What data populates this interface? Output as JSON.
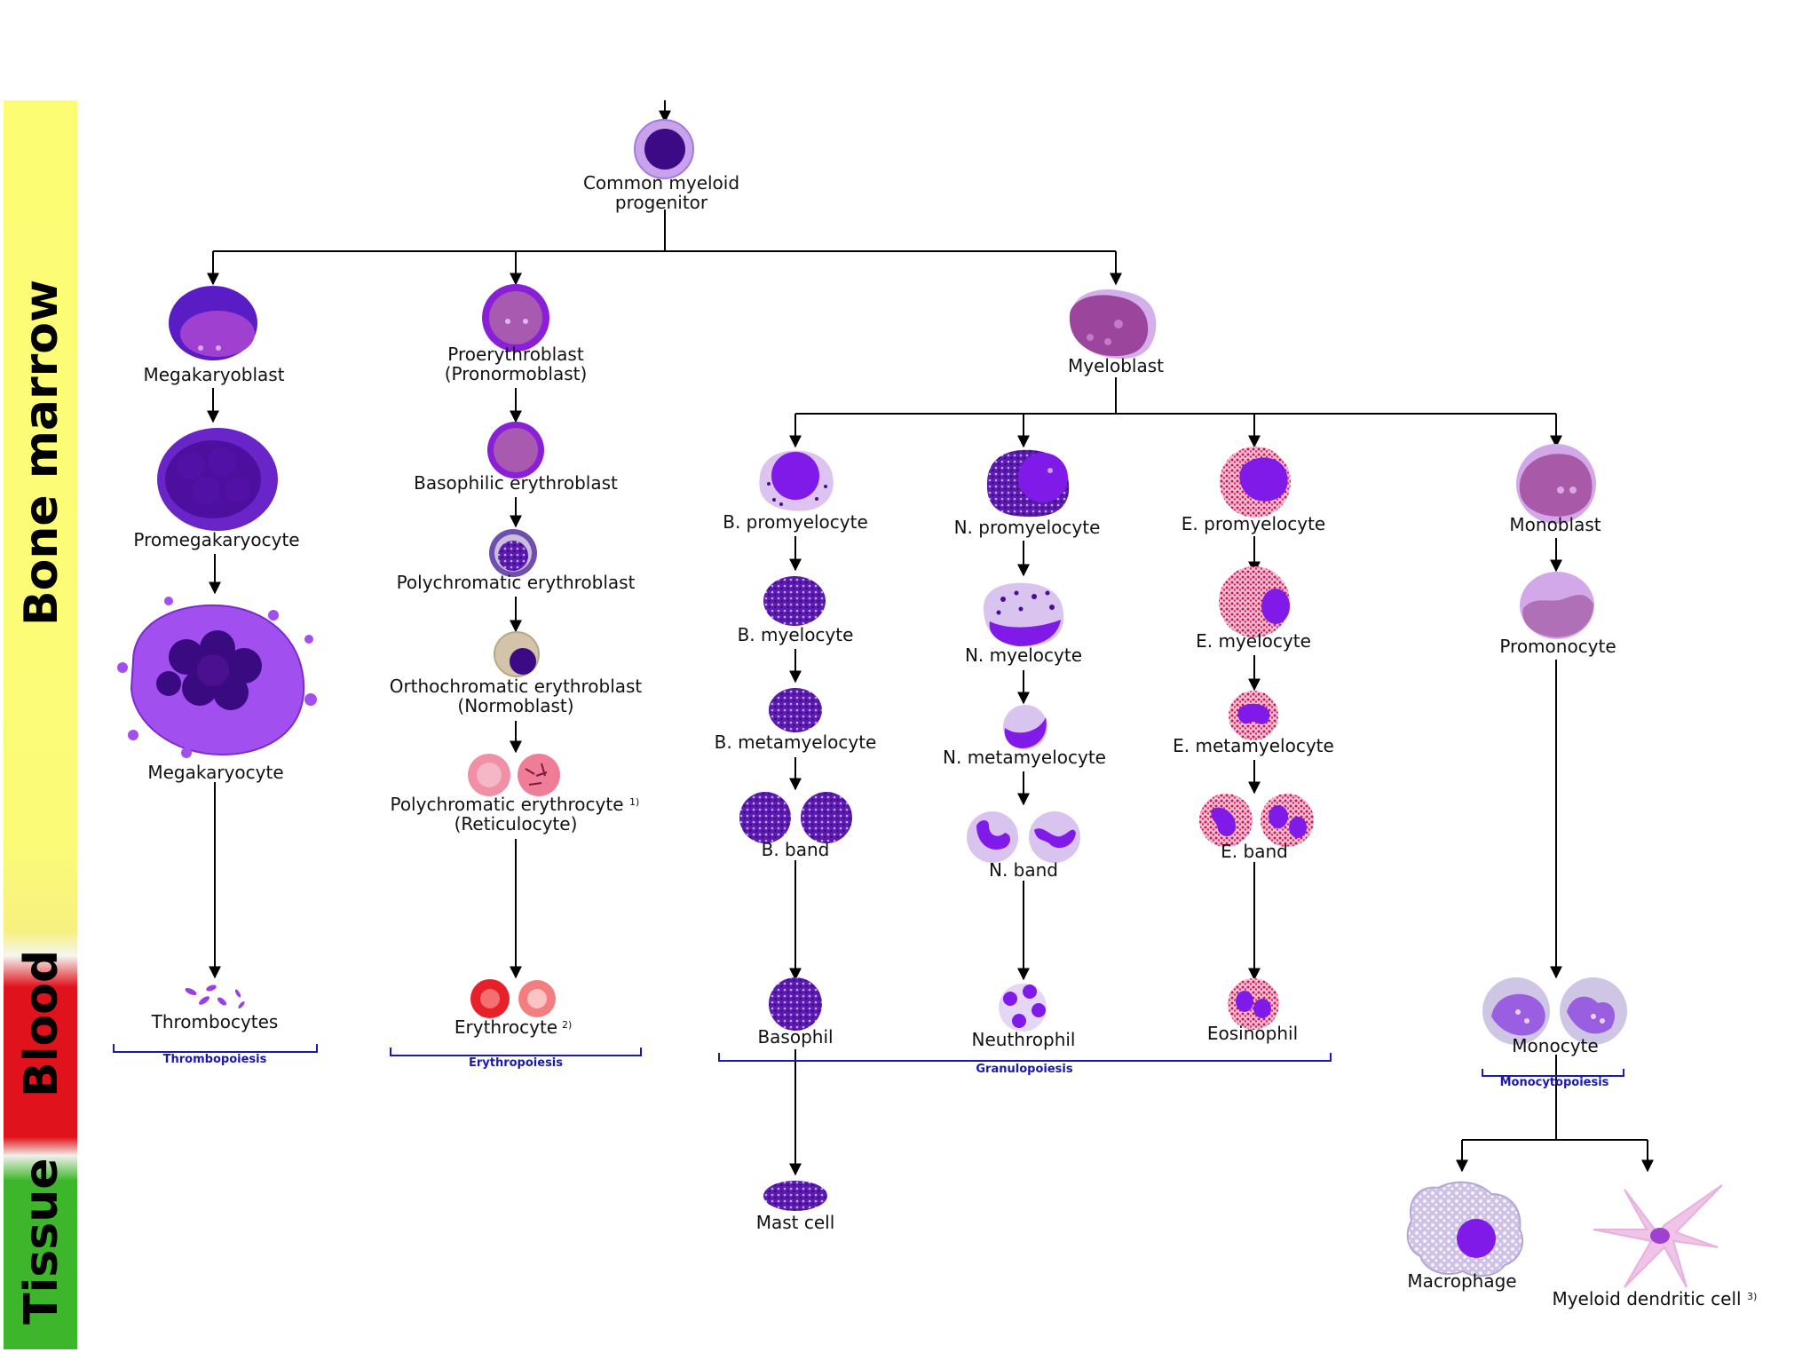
{
  "zones": {
    "bone_marrow": "Bone marrow",
    "blood": "Blood",
    "tissue": "Tissue"
  },
  "colors": {
    "bone_marrow": "#fdfd74",
    "blood": "#e0121b",
    "tissue": "#3db62b",
    "lineage_bracket": "#1a1ab0",
    "nucleus": "#4a0a9c",
    "cytoplasm": "#c9a2ee",
    "erythrocyte": "#e8202a"
  },
  "nodes": {
    "cmp": "Common myeloid progenitor",
    "megakaryoblast": "Megakaryoblast",
    "promegakaryocyte": "Promegakaryocyte",
    "megakaryocyte": "Megakaryocyte",
    "thrombocytes": "Thrombocytes",
    "proerythroblast": "Proerythroblast",
    "proerythroblast_alt": "(Pronormoblast)",
    "basophilic_erythroblast": "Basophilic erythroblast",
    "polychromatic_erythroblast": "Polychromatic erythroblast",
    "orthochromatic_erythroblast": "Orthochromatic erythroblast",
    "orthochromatic_alt": "(Normoblast)",
    "polychromatic_erythrocyte": "Polychromatic erythrocyte",
    "polychromatic_erythrocyte_note": "1)",
    "reticulocyte": "(Reticulocyte)",
    "erythrocyte": "Erythrocyte",
    "erythrocyte_note": "2)",
    "myeloblast": "Myeloblast",
    "b_promyelocyte": "B. promyelocyte",
    "b_myelocyte": "B. myelocyte",
    "b_metamyelocyte": "B. metamyelocyte",
    "b_band": "B. band",
    "basophil": "Basophil",
    "mast_cell": "Mast cell",
    "n_promyelocyte": "N. promyelocyte",
    "n_myelocyte": "N. myelocyte",
    "n_metamyelocyte": "N. metamyelocyte",
    "n_band": "N. band",
    "neutrophil": "Neuthrophil",
    "e_promyelocyte": "E. promyelocyte",
    "e_myelocyte": "E. myelocyte",
    "e_metamyelocyte": "E. metamyelocyte",
    "e_band": "E. band",
    "eosinophil": "Eosinophil",
    "monoblast": "Monoblast",
    "promonocyte": "Promonocyte",
    "monocyte": "Monocyte",
    "macrophage": "Macrophage",
    "dendritic": "Myeloid dendritic cell",
    "dendritic_note": "3)"
  },
  "lineages": {
    "thrombopoiesis": "Thrombopoiesis",
    "erythropoiesis": "Erythropoiesis",
    "granulopoiesis": "Granulopoiesis",
    "monocytopoiesis": "Monocytopoiesis"
  }
}
